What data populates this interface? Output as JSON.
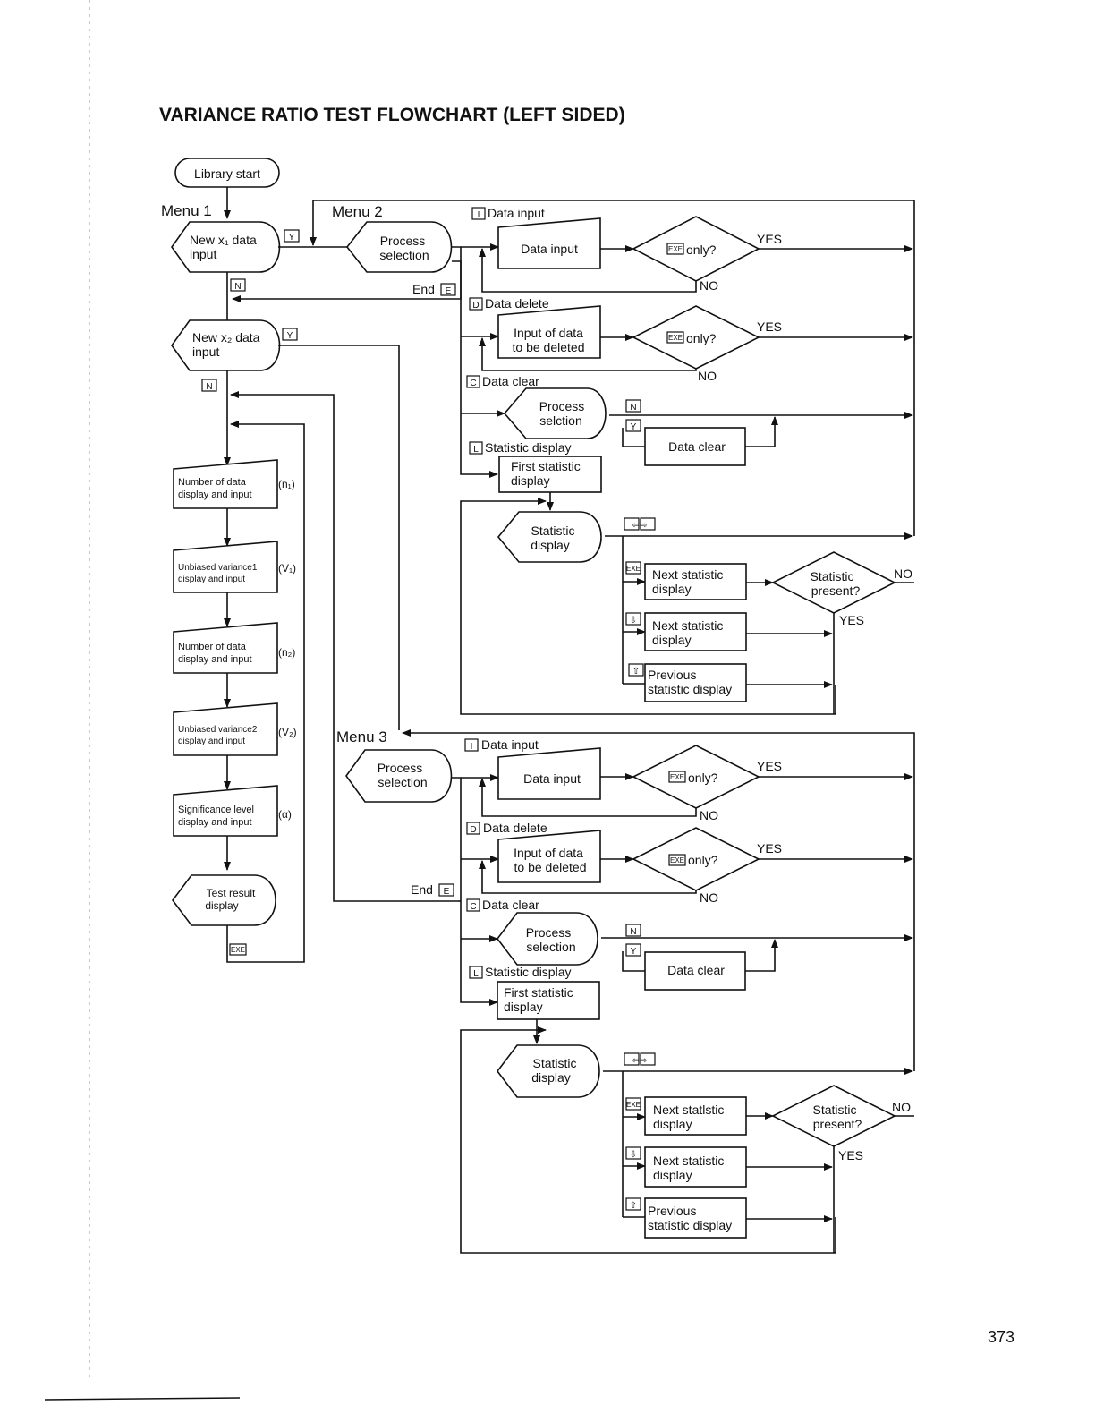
{
  "title": "VARIANCE RATIO TEST FLOWCHART (LEFT SIDED)",
  "page_number": "373",
  "keys": {
    "Y": "Y",
    "N": "N",
    "E": "E",
    "I": "I",
    "D": "D",
    "C": "C",
    "L": "L",
    "EXE": "EXE",
    "left_right": "⇦⇨",
    "down": "⇩",
    "up": "⇧"
  },
  "labels": {
    "menu1": "Menu 1",
    "menu2": "Menu 2",
    "menu3": "Menu 3",
    "end": "End",
    "yes": "YES",
    "no": "NO",
    "only": "only?",
    "data_input_branch": "Data input",
    "data_delete_branch": "Data delete",
    "data_clear_branch": "Data clear",
    "statistic_display_branch": "Statistic display"
  },
  "left_column": {
    "library_start": "Library start",
    "new_x1": [
      "New x₁ data",
      "input"
    ],
    "new_x2": [
      "New x₂ data",
      "input"
    ],
    "n1_box": [
      "Number of data",
      "display and input"
    ],
    "n1_sym": "(n₁)",
    "v1_box": [
      "Unbiased variance1",
      "display and input"
    ],
    "v1_sym": "(V₁)",
    "n2_box": [
      "Number of data",
      "display and input"
    ],
    "n2_sym": "(n₂)",
    "v2_box": [
      "Unbiased variance2",
      "display and input"
    ],
    "v2_sym": "(V₂)",
    "alpha_box": [
      "Significance level",
      "display and input"
    ],
    "alpha_sym": "(α)",
    "test_result": [
      "Test result",
      "display"
    ]
  },
  "menu2": {
    "process_selection": [
      "Process",
      "selection"
    ],
    "data_input_box": "Data input",
    "delete_box": [
      "Input of data",
      "to be deleted"
    ],
    "clear_process": [
      "Process",
      "selction"
    ],
    "data_clear_box": "Data clear",
    "first_stat": [
      "First statistic",
      "display"
    ],
    "stat_display": [
      "Statistic",
      "display"
    ],
    "next_stat_1": [
      "Next statistic",
      "display"
    ],
    "next_stat_2": [
      "Next statistic",
      "display"
    ],
    "prev_stat": [
      "Previous",
      "statistic display"
    ],
    "stat_present": [
      "Statistic",
      "present?"
    ]
  },
  "menu3": {
    "process_selection": [
      "Process",
      "selection"
    ],
    "data_input_box": "Data input",
    "delete_box": [
      "Input of data",
      "to be deleted"
    ],
    "clear_process": [
      "Process",
      "selection"
    ],
    "data_clear_box": "Data clear",
    "first_stat": [
      "First statistic",
      "display"
    ],
    "stat_display": [
      "Statistic",
      "display"
    ],
    "next_stat_1": [
      "Next statlstic",
      "display"
    ],
    "next_stat_2": [
      "Next statistic",
      "display"
    ],
    "prev_stat": [
      "Previous",
      "statistic display"
    ],
    "stat_present": [
      "Statistic",
      "present?"
    ]
  }
}
